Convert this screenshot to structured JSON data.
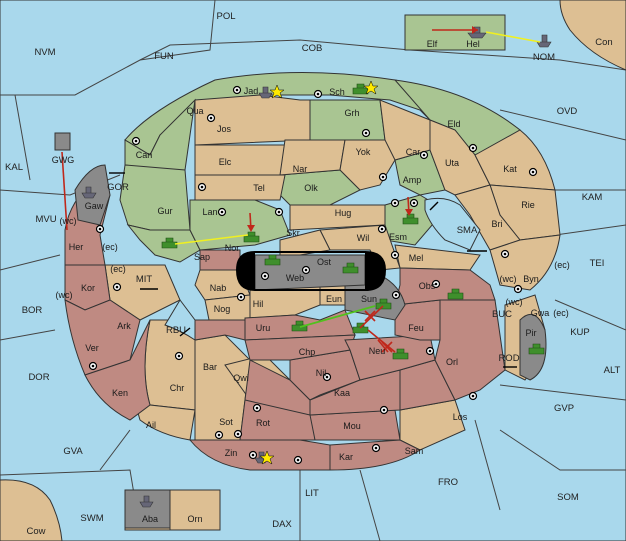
{
  "map": {
    "title": "",
    "colors": {
      "sea": "#a9d8ec",
      "green": "#a9c592",
      "tan": "#ddbf93",
      "red": "#bf8a82",
      "gray": "#8a8a8a",
      "ocean_dark": "#000000"
    },
    "seas": {
      "pol": "POL",
      "nvm": "NVM",
      "fun": "FUN",
      "cob": "COB",
      "con": "Con",
      "nom": "NOM",
      "ovd": "OVD",
      "kal": "KAL",
      "kam": "KAM",
      "gor": "GOR",
      "mvu": "MVU",
      "mit": "MIT",
      "sma": "SMA",
      "tei": "TEI",
      "bor": "BOR",
      "buc": "BUC",
      "kup": "KUP",
      "rbu": "RBU",
      "rod": "ROD",
      "alt": "ALT",
      "dor": "DOR",
      "gvp": "GVP",
      "gva": "GVA",
      "fro": "FRO",
      "som": "SOM",
      "lit": "LIT",
      "swm": "SWM",
      "dax": "DAX",
      "cow": "Cow"
    },
    "provinces": {
      "elf": "Elf",
      "hel": "Hel",
      "jad": "Jad",
      "sch": "Sch",
      "qua": "Qua",
      "jos": "Jos",
      "grh": "Grh",
      "eld": "Eld",
      "can": "Can",
      "yok": "Yok",
      "car": "Car",
      "nar": "Nar",
      "uta": "Uta",
      "elc": "Elc",
      "kat": "Kat",
      "gwg": "GWG",
      "tel": "Tel",
      "olk": "Olk",
      "amp": "Amp",
      "gaw": "Gaw",
      "gur": "Gur",
      "lan": "Lan",
      "hug": "Hug",
      "rie": "Rie",
      "bri": "Bri",
      "wil": "Wil",
      "esm": "Esm",
      "skr": "Skr",
      "ost": "Ost",
      "her": "Her",
      "nor": "Nor",
      "sap": "Sap",
      "mel": "Mel",
      "web": "Web",
      "kor": "Kor",
      "nab": "Nab",
      "byn": "Byn",
      "obs": "Obs",
      "eun": "Eun",
      "gwa": "Gwa",
      "sun": "Sun",
      "hil": "Hil",
      "nog": "Nog",
      "ark": "Ark",
      "uru": "Uru",
      "feu": "Feu",
      "pir": "Pir",
      "chp": "Chp",
      "ver": "Ver",
      "neu": "Neu",
      "bar": "Bar",
      "qwi": "Qwi",
      "orl": "Orl",
      "nil": "Nil",
      "chr": "Chr",
      "ken": "Ken",
      "kaa": "Kaa",
      "sot": "Sot",
      "ail": "Ail",
      "rot": "Rot",
      "los": "Los",
      "mou": "Mou",
      "sam": "Sam",
      "zin": "Zin",
      "kar": "Kar",
      "aba": "Aba",
      "orn": "Orn"
    },
    "coast_notes": {
      "wc_her": "(wc)",
      "ec_her": "(ec)",
      "ec_kor": "(ec)",
      "wc_kor": "(wc)",
      "ec_byn": "(ec)",
      "wc_byn": "(wc)",
      "wc_gwa": "(wc)",
      "ec_gwa": "(ec)"
    }
  }
}
